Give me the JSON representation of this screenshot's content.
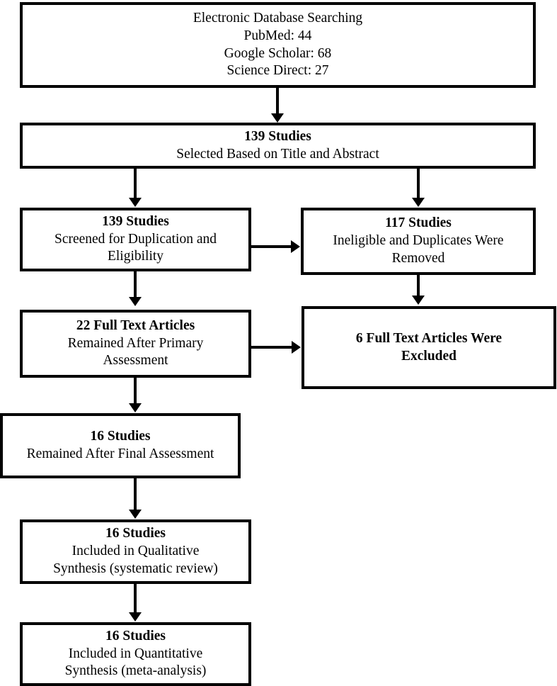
{
  "diagram": {
    "title": "PRISMA Study Selection Flow Diagram",
    "type": "flowchart",
    "colors": {
      "box_border": "#000000",
      "box_fill": "#ffffff",
      "connector": "#000000",
      "text": "#000000"
    },
    "nodes": [
      {
        "id": "identification",
        "lines": [
          {
            "text": "Electronic Database Searching",
            "bold": false
          },
          {
            "text": "PubMed: 44",
            "bold": false
          },
          {
            "text": "Google Scholar: 68",
            "bold": false
          },
          {
            "text": "Science Direct: 27",
            "bold": false
          }
        ]
      },
      {
        "id": "selected",
        "lines": [
          {
            "text": "139 Studies",
            "bold": true
          },
          {
            "text": "Selected Based on Title and Abstract",
            "bold": false
          }
        ]
      },
      {
        "id": "screened",
        "lines": [
          {
            "text": "139 Studies",
            "bold": true
          },
          {
            "text": "Screened for Duplication and",
            "bold": false
          },
          {
            "text": "Eligibility",
            "bold": false
          }
        ]
      },
      {
        "id": "ineligible-removed",
        "lines": [
          {
            "text": "117 Studies",
            "bold": true
          },
          {
            "text": "Ineligible and Duplicates Were",
            "bold": false
          },
          {
            "text": "Removed",
            "bold": false
          }
        ]
      },
      {
        "id": "full-text-remained",
        "lines": [
          {
            "text": "22 Full Text Articles",
            "bold": true
          },
          {
            "text": "Remained After Primary",
            "bold": false
          },
          {
            "text": "Assessment",
            "bold": false
          }
        ]
      },
      {
        "id": "full-text-excluded",
        "lines": [
          {
            "text": "6 Full Text Articles Were",
            "bold": true
          },
          {
            "text": "Excluded",
            "bold": true
          }
        ]
      },
      {
        "id": "final-assessment",
        "lines": [
          {
            "text": "16 Studies",
            "bold": true
          },
          {
            "text": "Remained After Final Assessment",
            "bold": false
          }
        ]
      },
      {
        "id": "qualitative-synthesis",
        "lines": [
          {
            "text": "16 Studies",
            "bold": true
          },
          {
            "text": "Included in Qualitative",
            "bold": false
          },
          {
            "text": "Synthesis (systematic review)",
            "bold": false
          }
        ]
      },
      {
        "id": "quantitative-synthesis",
        "lines": [
          {
            "text": "16 Studies",
            "bold": true
          },
          {
            "text": "Included in Quantitative",
            "bold": false
          },
          {
            "text": "Synthesis (meta-analysis)",
            "bold": false
          }
        ]
      }
    ],
    "counts": {
      "pubmed": 44,
      "google_scholar": 68,
      "science_direct": 27,
      "total_identified": 139,
      "selected_title_abstract": 139,
      "screened": 139,
      "removed_ineligible_duplicates": 117,
      "full_text_remained": 22,
      "full_text_excluded": 6,
      "final_included": 16,
      "qualitative_synthesis": 16,
      "quantitative_synthesis": 16
    },
    "edges": [
      {
        "from": "identification",
        "to": "selected",
        "direction": "down"
      },
      {
        "from": "selected",
        "to": "screened",
        "direction": "down"
      },
      {
        "from": "selected",
        "to": "ineligible-removed",
        "direction": "down"
      },
      {
        "from": "screened",
        "to": "ineligible-removed",
        "direction": "right"
      },
      {
        "from": "screened",
        "to": "full-text-remained",
        "direction": "down"
      },
      {
        "from": "ineligible-removed",
        "to": "full-text-excluded",
        "direction": "down"
      },
      {
        "from": "full-text-remained",
        "to": "full-text-excluded",
        "direction": "right"
      },
      {
        "from": "full-text-remained",
        "to": "final-assessment",
        "direction": "down"
      },
      {
        "from": "final-assessment",
        "to": "qualitative-synthesis",
        "direction": "down"
      },
      {
        "from": "qualitative-synthesis",
        "to": "quantitative-synthesis",
        "direction": "down"
      }
    ]
  }
}
